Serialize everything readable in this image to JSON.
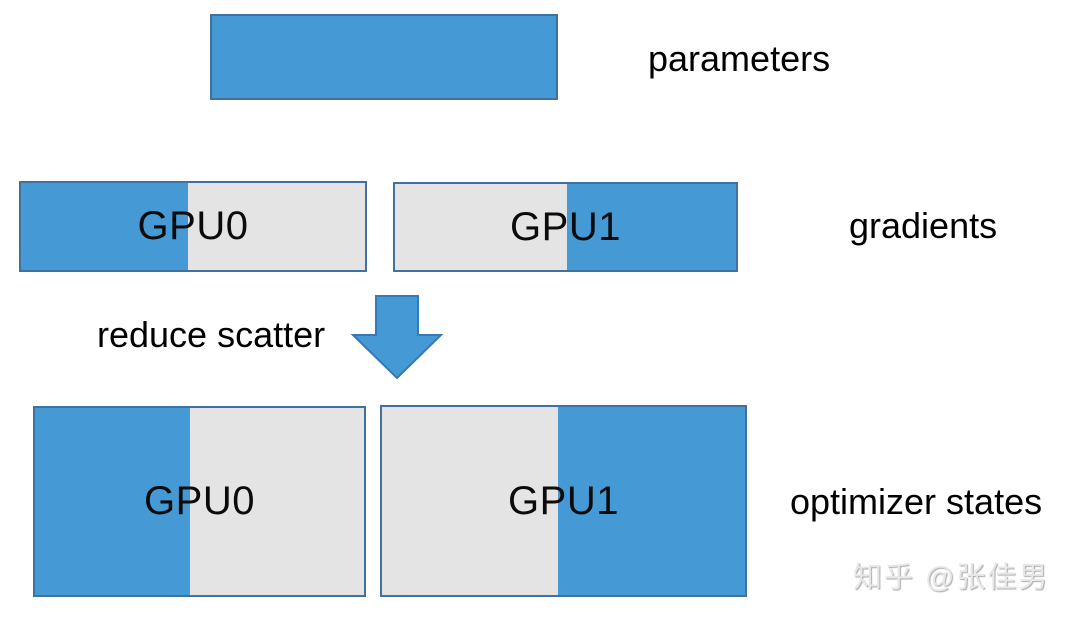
{
  "labels": {
    "parameters": "parameters",
    "gradients": "gradients",
    "optimizer_states": "optimizer states",
    "reduce_scatter": "reduce scatter"
  },
  "gradients_row": {
    "gpu0": "GPU0",
    "gpu1": "GPU1"
  },
  "optimizer_row": {
    "gpu0": "GPU0",
    "gpu1": "GPU1"
  },
  "watermark": "知乎 @张佳男",
  "colors": {
    "shard_blue": "#4599d4",
    "shard_gray": "#e4e4e4",
    "block_border": "#41719c",
    "arrow_fill": "#4599d4",
    "arrow_border": "#3579b5",
    "watermark_gray": "#e7e7e7"
  }
}
